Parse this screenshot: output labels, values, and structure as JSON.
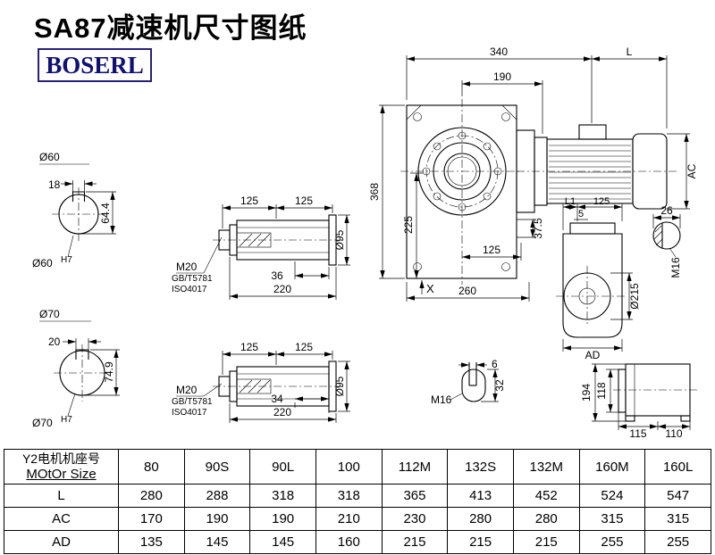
{
  "title": "SA87减速机尺寸图纸",
  "brand": "BOSERL",
  "shaft60_end": {
    "dia": "Ø60",
    "key_w": "18",
    "key_h": "64.4",
    "fit": "Ø60",
    "fit_tol": "H7"
  },
  "shaft70_end": {
    "dia": "Ø70",
    "key_w": "20",
    "key_h": "74.9",
    "fit": "Ø70",
    "fit_tol": "H7"
  },
  "shaft60_side": {
    "len_a": "125",
    "len_b": "125",
    "thread": "M20",
    "std1": "GB/T5781",
    "std2": "ISO4017",
    "depth": "36",
    "length": "220",
    "dia": "Ø95"
  },
  "shaft70_side": {
    "len_a": "125",
    "len_b": "125",
    "thread": "M20",
    "std1": "GB/T5781",
    "std2": "ISO4017",
    "depth": "34",
    "length": "220",
    "dia": "Ø95"
  },
  "main_view": {
    "width": "340",
    "motor_len": "L",
    "flange": "190",
    "height": "368",
    "center_h": "225",
    "foot": "37.5",
    "bolt_sp": "125",
    "base": "260",
    "mark": "X",
    "motor_dia": "AC"
  },
  "side_view": {
    "l1": "L1",
    "d125": "125",
    "d5": "5",
    "shaft_d": "26",
    "thread": "M16",
    "bore": "Ø215",
    "width": "AD"
  },
  "key_detail": {
    "key_w": "6",
    "key_l": "32",
    "thread": "M16"
  },
  "plate_view": {
    "h1": "194",
    "h2": "118",
    "w1": "115",
    "w2": "110"
  },
  "table": {
    "header_cn": "Y2电机机座号",
    "header_en": "MOtOr Size",
    "columns": [
      "80",
      "90S",
      "90L",
      "100",
      "112M",
      "132S",
      "132M",
      "160M",
      "160L"
    ],
    "rows": [
      {
        "label": "L",
        "values": [
          "280",
          "288",
          "318",
          "318",
          "365",
          "413",
          "452",
          "524",
          "547"
        ]
      },
      {
        "label": "AC",
        "values": [
          "170",
          "190",
          "190",
          "210",
          "230",
          "280",
          "280",
          "315",
          "315"
        ]
      },
      {
        "label": "AD",
        "values": [
          "135",
          "145",
          "145",
          "160",
          "215",
          "215",
          "215",
          "255",
          "255"
        ]
      }
    ]
  }
}
